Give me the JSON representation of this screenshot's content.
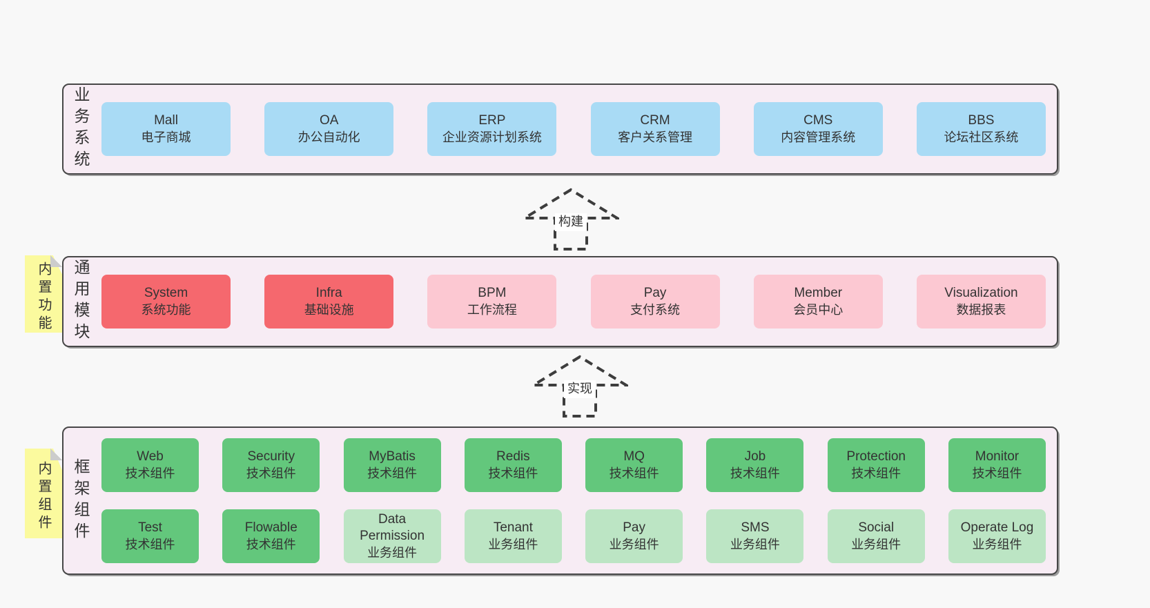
{
  "colors": {
    "pageBg": "#f8f8f8",
    "sectionBg": "#f7ecf4",
    "sectionBorder": "#474747",
    "text": "#333333",
    "blue": "#a9dbf5",
    "red": "#f5686e",
    "pink": "#fcc8d2",
    "green": "#63c77c",
    "lightGreen": "#bce5c4",
    "stickyYellow": "#fbfa9e",
    "stickyFold": "#cccccc",
    "arrowStroke": "#3d3d3d",
    "arrowLabelBg": "#ffffff"
  },
  "sections": [
    {
      "id": "business",
      "label": "业务系统",
      "rows": [
        [
          {
            "title": "Mall",
            "subtitle": "电子商城",
            "color": "blue"
          },
          {
            "title": "OA",
            "subtitle": "办公自动化",
            "color": "blue"
          },
          {
            "title": "ERP",
            "subtitle": "企业资源计划系统",
            "color": "blue"
          },
          {
            "title": "CRM",
            "subtitle": "客户关系管理",
            "color": "blue"
          },
          {
            "title": "CMS",
            "subtitle": "内容管理系统",
            "color": "blue"
          },
          {
            "title": "BBS",
            "subtitle": "论坛社区系统",
            "color": "blue"
          }
        ]
      ]
    },
    {
      "id": "modules",
      "label": "通用模块",
      "sticky": "内置功能",
      "rows": [
        [
          {
            "title": "System",
            "subtitle": "系统功能",
            "color": "red"
          },
          {
            "title": "Infra",
            "subtitle": "基础设施",
            "color": "red"
          },
          {
            "title": "BPM",
            "subtitle": "工作流程",
            "color": "pink"
          },
          {
            "title": "Pay",
            "subtitle": "支付系统",
            "color": "pink"
          },
          {
            "title": "Member",
            "subtitle": "会员中心",
            "color": "pink"
          },
          {
            "title": "Visualization",
            "subtitle": "数据报表",
            "color": "pink"
          }
        ]
      ]
    },
    {
      "id": "components",
      "label": "框架组件",
      "sticky": "内置组件",
      "rows": [
        [
          {
            "title": "Web",
            "subtitle": "技术组件",
            "color": "green"
          },
          {
            "title": "Security",
            "subtitle": "技术组件",
            "color": "green"
          },
          {
            "title": "MyBatis",
            "subtitle": "技术组件",
            "color": "green"
          },
          {
            "title": "Redis",
            "subtitle": "技术组件",
            "color": "green"
          },
          {
            "title": "MQ",
            "subtitle": "技术组件",
            "color": "green"
          },
          {
            "title": "Job",
            "subtitle": "技术组件",
            "color": "green"
          },
          {
            "title": "Protection",
            "subtitle": "技术组件",
            "color": "green"
          },
          {
            "title": "Monitor",
            "subtitle": "技术组件",
            "color": "green"
          }
        ],
        [
          {
            "title": "Test",
            "subtitle": "技术组件",
            "color": "green"
          },
          {
            "title": "Flowable",
            "subtitle": "技术组件",
            "color": "green"
          },
          {
            "title": "Data Permission",
            "subtitle": "业务组件",
            "color": "lightGreen"
          },
          {
            "title": "Tenant",
            "subtitle": "业务组件",
            "color": "lightGreen"
          },
          {
            "title": "Pay",
            "subtitle": "业务组件",
            "color": "lightGreen"
          },
          {
            "title": "SMS",
            "subtitle": "业务组件",
            "color": "lightGreen"
          },
          {
            "title": "Social",
            "subtitle": "业务组件",
            "color": "lightGreen"
          },
          {
            "title": "Operate Log",
            "subtitle": "业务组件",
            "color": "lightGreen"
          }
        ]
      ]
    }
  ],
  "arrows": [
    {
      "label": "构建"
    },
    {
      "label": "实现"
    }
  ]
}
